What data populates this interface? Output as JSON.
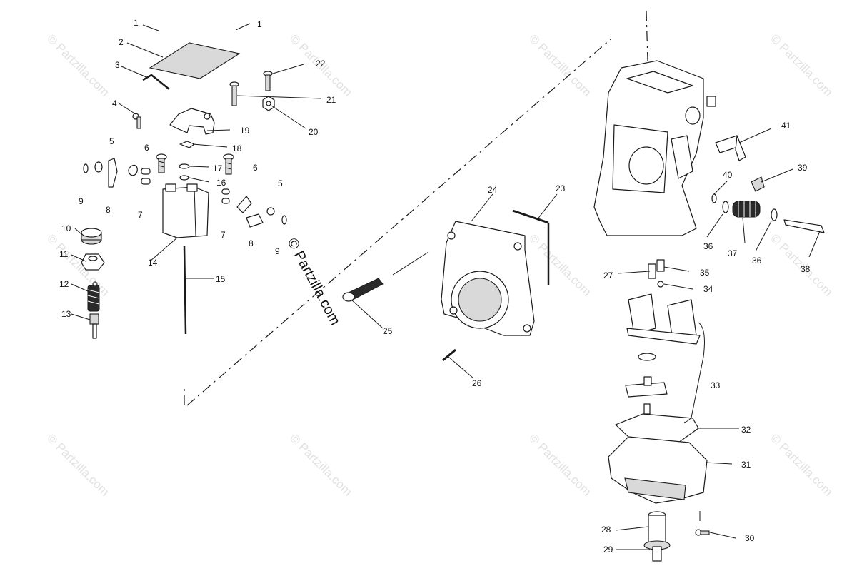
{
  "diagram": {
    "type": "exploded-parts-diagram",
    "watermark_text": "© Partzilla.com",
    "center_watermark_text": "© Partzilla.com",
    "callouts": [
      "1",
      "1",
      "2",
      "3",
      "4",
      "5",
      "6",
      "7",
      "8",
      "9",
      "10",
      "11",
      "12",
      "13",
      "14",
      "15",
      "16",
      "17",
      "18",
      "19",
      "20",
      "21",
      "22",
      "5",
      "6",
      "7",
      "8",
      "9",
      "23",
      "24",
      "25",
      "26",
      "27",
      "28",
      "29",
      "30",
      "31",
      "32",
      "33",
      "34",
      "35",
      "36",
      "36",
      "37",
      "38",
      "39",
      "40",
      "41"
    ]
  }
}
